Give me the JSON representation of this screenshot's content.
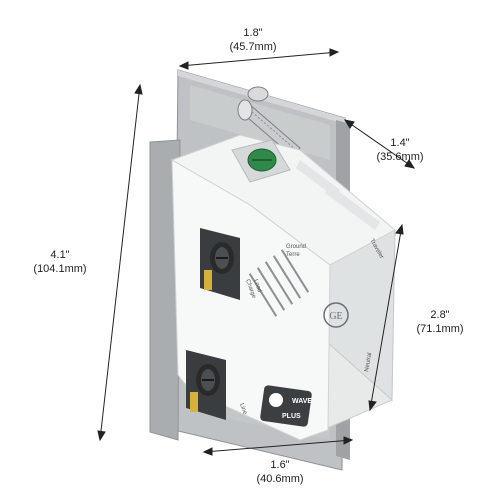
{
  "dimensions": {
    "top_width": {
      "inches": "1.8\"",
      "mm": "(45.7mm)"
    },
    "depth": {
      "inches": "1.4\"",
      "mm": "(35.6mm)"
    },
    "plate_height": {
      "inches": "4.1\"",
      "mm": "(104.1mm)"
    },
    "body_height": {
      "inches": "2.8\"",
      "mm": "(71.1mm)"
    },
    "bottom_width": {
      "inches": "1.6\"",
      "mm": "(40.6mm)"
    }
  },
  "device_labels": {
    "ground": "Ground",
    "terre": "Terre",
    "load": "Load",
    "charge": "Charge",
    "line": "Line",
    "traveler": "Traveler",
    "neutral": "Neutral",
    "badge_top": "WAVE",
    "badge_bottom": "PLUS",
    "logo": "GE"
  },
  "colors": {
    "background": "#ffffff",
    "housing": "#f4f5f5",
    "housing_shadow": "#d9dcdc",
    "metal_plate": "#b9bcbe",
    "screw_green": "#2f8a4a",
    "terminal_dark": "#2a2a2a",
    "badge_dark": "#3b3f42"
  }
}
